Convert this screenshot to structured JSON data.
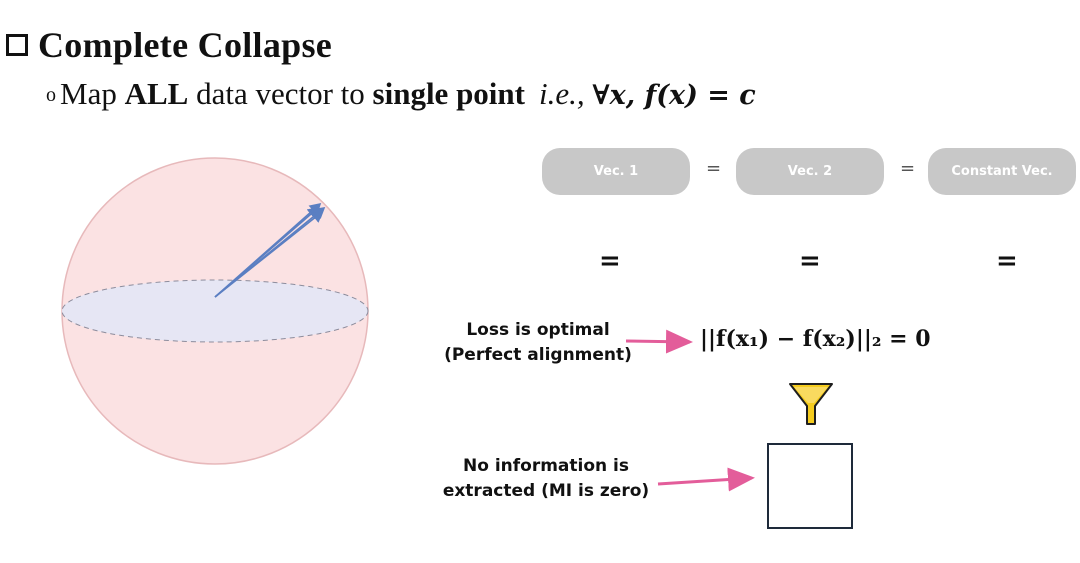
{
  "header": {
    "title": "Complete Collapse",
    "bullet": "o",
    "sub_map": "Map",
    "sub_all": "ALL",
    "sub_mid": "data vector to",
    "sub_single": "single point",
    "sub_ie": "i.e.,",
    "sub_math": "∀x, f(x) = c"
  },
  "vectors": {
    "vec1": "Vec. 1",
    "vec2": "Vec. 2",
    "const": "Constant Vec.",
    "eq": "=",
    "eq_big": "="
  },
  "annotations": {
    "loss_line1": "Loss is optimal",
    "loss_line2": "(Perfect alignment)",
    "noinfo_line1": "No information is",
    "noinfo_line2": "extracted (MI is zero)"
  },
  "formula": "||f(x₁) − f(x₂)||₂ = 0",
  "colors": {
    "sphere_fill": "#fbe2e3",
    "sphere_stroke": "#e7b9bb",
    "equator_fill": "#e6e6f4",
    "vector_arrow": "#5b7fc2",
    "pointer_arrow": "#e35d9a",
    "pill_bg": "#c8c8c8",
    "funnel": "#f5cc1e"
  },
  "icons": [
    "funnel-icon",
    "checkbox-icon"
  ]
}
